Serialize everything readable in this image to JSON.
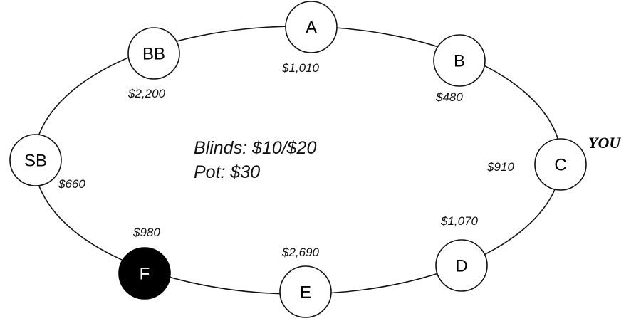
{
  "blinds_text": "Blinds: $10/$20",
  "pot_text": "Pot: $30",
  "you_label": "YOU",
  "colors": {
    "line": "#111111",
    "seat_fill": "#ffffff",
    "button_fill": "#000000",
    "button_text": "#ffffff"
  },
  "seats": [
    {
      "id": "A",
      "label": "A",
      "stack": "$1,010",
      "dealer_button": false
    },
    {
      "id": "B",
      "label": "B",
      "stack": "$480",
      "dealer_button": false
    },
    {
      "id": "C",
      "label": "C",
      "stack": "$910",
      "dealer_button": false,
      "is_you": true
    },
    {
      "id": "D",
      "label": "D",
      "stack": "$1,070",
      "dealer_button": false
    },
    {
      "id": "E",
      "label": "E",
      "stack": "$2,690",
      "dealer_button": false
    },
    {
      "id": "F",
      "label": "F",
      "stack": "$980",
      "dealer_button": true
    },
    {
      "id": "SB",
      "label": "SB",
      "stack": "$660",
      "dealer_button": false
    },
    {
      "id": "BB",
      "label": "BB",
      "stack": "$2,200",
      "dealer_button": false
    }
  ]
}
